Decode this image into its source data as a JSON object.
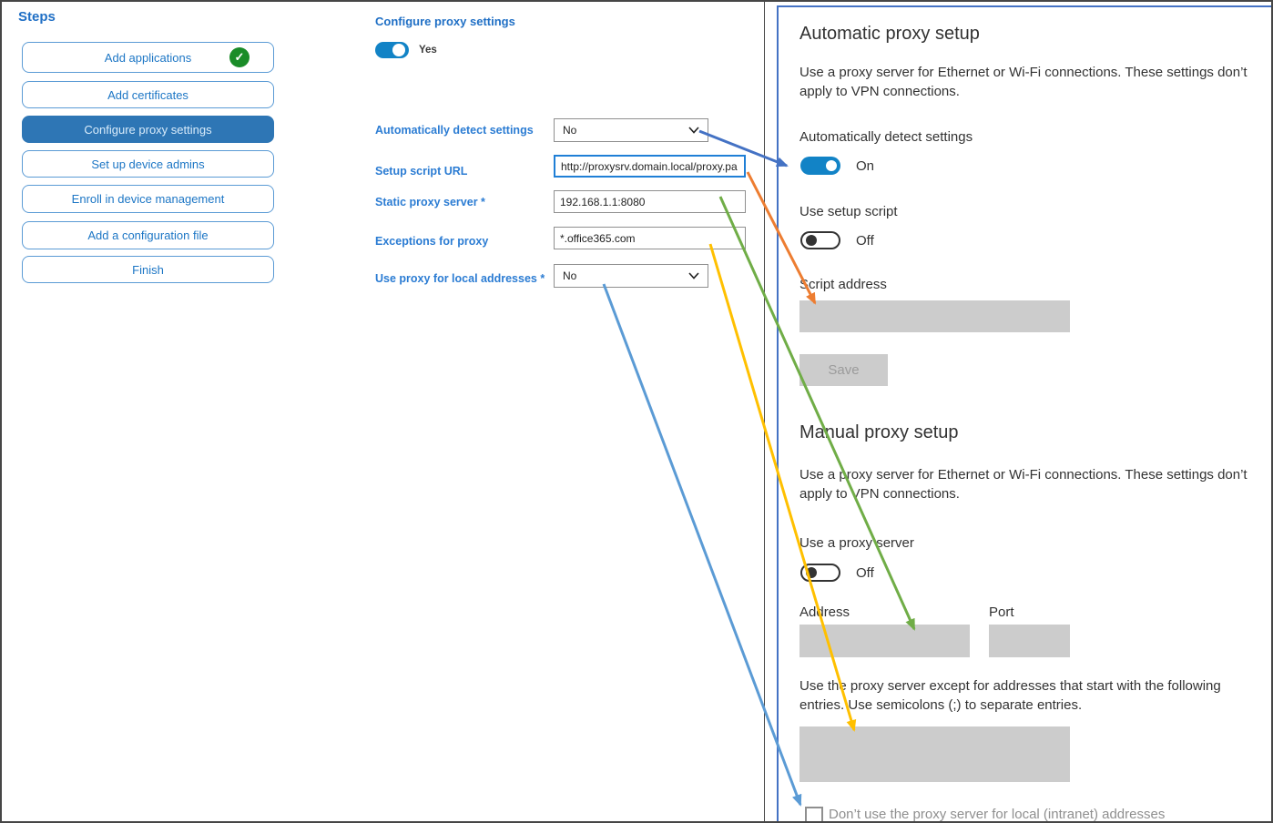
{
  "sidebar": {
    "title": "Steps",
    "items": [
      {
        "label": "Add applications",
        "completed": true,
        "selected": false
      },
      {
        "label": "Add certificates",
        "completed": false,
        "selected": false
      },
      {
        "label": "Configure proxy settings",
        "completed": false,
        "selected": true
      },
      {
        "label": "Set up device admins",
        "completed": false,
        "selected": false
      },
      {
        "label": "Enroll in device management",
        "completed": false,
        "selected": false
      },
      {
        "label": "Add a configuration file",
        "completed": false,
        "selected": false
      },
      {
        "label": "Finish",
        "completed": false,
        "selected": false
      }
    ]
  },
  "form": {
    "title": "Configure proxy settings",
    "toggle_label": "Yes",
    "toggle_state": "on",
    "fields": [
      {
        "label": "Automatically detect settings",
        "type": "select",
        "value": "No"
      },
      {
        "label": "Setup script URL",
        "type": "text",
        "value": "http://proxysrv.domain.local/proxy.pa",
        "focused": true
      },
      {
        "label": "Static proxy server *",
        "type": "text",
        "value": "192.168.1.1:8080"
      },
      {
        "label": "Exceptions for proxy",
        "type": "text",
        "value": "*.office365.com"
      },
      {
        "label": "Use proxy for local addresses *",
        "type": "select",
        "value": "No"
      }
    ]
  },
  "settings_panel": {
    "automatic": {
      "title": "Automatic proxy setup",
      "description": "Use a proxy server for Ethernet or Wi-Fi connections. These settings don’t apply to VPN connections.",
      "auto_detect_label": "Automatically detect settings",
      "auto_detect_state": "On",
      "setup_script_label": "Use setup script",
      "setup_script_state": "Off",
      "script_address_label": "Script address",
      "script_address_value": "",
      "save_label": "Save"
    },
    "manual": {
      "title": "Manual proxy setup",
      "description": "Use a proxy server for Ethernet or Wi-Fi connections. These settings don’t apply to VPN connections.",
      "use_proxy_label": "Use a proxy server",
      "use_proxy_state": "Off",
      "address_label": "Address",
      "address_value": "",
      "port_label": "Port",
      "port_value": "",
      "exceptions_text": "Use the proxy server except for addresses that start with the following entries. Use semicolons (;) to separate entries.",
      "exceptions_value": "",
      "local_checkbox_label": "Don’t use the proxy server for local (intranet) addresses",
      "local_checkbox_checked": false
    }
  },
  "arrows": [
    {
      "name": "automatically-detect-settings-mapping",
      "color": "#4472c4"
    },
    {
      "name": "setup-script-url-mapping",
      "color": "#ed7d31"
    },
    {
      "name": "static-proxy-server-mapping",
      "color": "#70ad47"
    },
    {
      "name": "exceptions-for-proxy-mapping",
      "color": "#ffc000"
    },
    {
      "name": "use-proxy-local-addresses-mapping",
      "color": "#5b9bd5"
    }
  ],
  "colors": {
    "accent_blue": "#2b7cd3",
    "sidebar_selected": "#2e76b5",
    "toggle_on": "#1283c6",
    "completed_green": "#1a8c28",
    "panel_border": "#4472c4",
    "disabled_gray": "#cccccc"
  }
}
